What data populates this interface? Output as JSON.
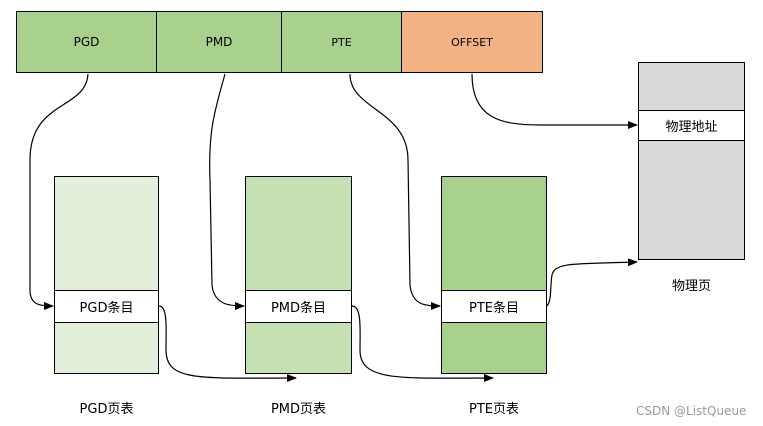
{
  "address_fields": [
    "PGD",
    "PMD",
    "PTE",
    "OFFSET"
  ],
  "tables": [
    {
      "entry": "PGD条目",
      "caption": "PGD页表"
    },
    {
      "entry": "PMD条目",
      "caption": "PMD页表"
    },
    {
      "entry": "PTE条目",
      "caption": "PTE页表"
    }
  ],
  "physical_page": {
    "entry": "物理地址",
    "caption": "物理页"
  },
  "watermark": "CSDN @ListQueue",
  "colors": {
    "field_green": "#a9d18e",
    "field_offset": "#f4b183",
    "pgd_table": "#e2efda",
    "pmd_table": "#c5e0b3",
    "pte_table": "#a9d18e",
    "physical_page": "#d9d9d9"
  }
}
